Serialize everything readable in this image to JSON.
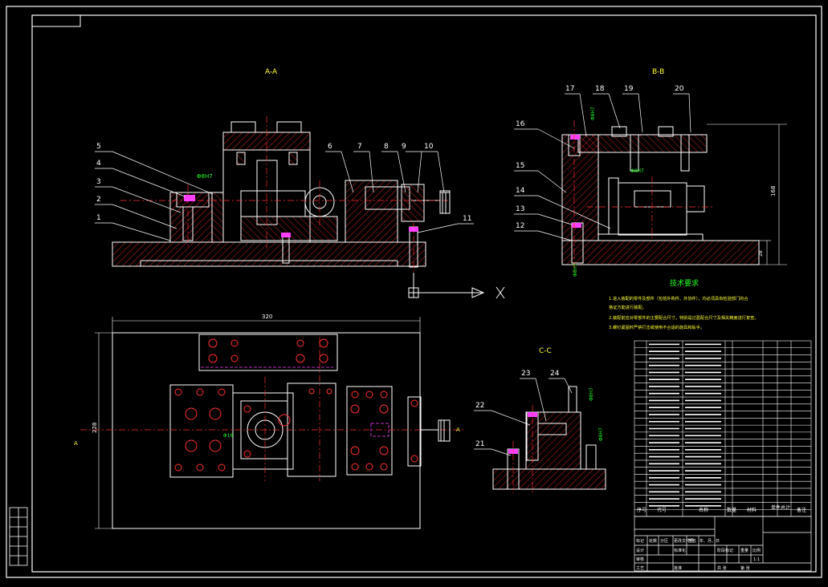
{
  "views": {
    "section_aa": "A-A",
    "section_bb": "B-B",
    "section_cc": "C-C",
    "view_a_left": "A",
    "view_a_right": "A"
  },
  "balloons": {
    "aa": [
      "1",
      "2",
      "3",
      "4",
      "5",
      "6",
      "7",
      "8",
      "9",
      "10",
      "11"
    ],
    "bb": [
      "12",
      "13",
      "14",
      "15",
      "16",
      "17",
      "18",
      "19",
      "20"
    ],
    "cc": [
      "21",
      "22",
      "23",
      "24"
    ]
  },
  "dimensions": {
    "plan_width": "320",
    "plan_height": "228",
    "bb_height": "168",
    "bb_base": "28"
  },
  "ucs": {
    "axis_x": "X"
  },
  "tech_requirements": {
    "title": "技术要求",
    "lines": [
      "1.进入装配的零件及部件（包括外购件、外协件），均必须具有检验部门的合",
      "格证方能进行装配。",
      "2.装配前应对零部件的主要配合尺寸，特别是过盈配合尺寸及相关精度进行复查。",
      "3.螺钉紧固时严禁打击或使用不合适的旋具和扳手。"
    ]
  },
  "parts_list": {
    "header": [
      "序号",
      "代号",
      "名称",
      "数量",
      "材料",
      "单件",
      "总计",
      "备注"
    ],
    "rows": 24
  },
  "title_block": {
    "cells": [
      "标记",
      "处数",
      "分区",
      "更改文件号",
      "签名",
      "年、月、日",
      "设计",
      "标准化",
      "阶段标记",
      "重量",
      "比例",
      "审核",
      "工艺",
      "批准",
      "共 张",
      "第 张"
    ],
    "scale": "1:1"
  },
  "colors": {
    "outline": "#ffffff",
    "red": "#ff3030",
    "yellow": "#ffff33",
    "green": "#22ff22",
    "magenta": "#ff40ff",
    "cyan": "#00ffff"
  }
}
